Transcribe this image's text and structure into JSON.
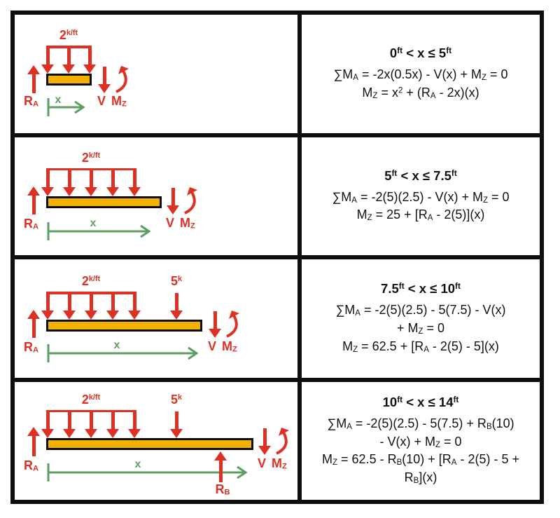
{
  "palette": {
    "red": "#de3123",
    "orange": "#f3b200",
    "green": "#5f9e63",
    "border_black": "#0e0e0e"
  },
  "labels": {
    "dist_load": [
      {
        "t": "2"
      },
      {
        "sup": "k/ft"
      }
    ],
    "point_load": [
      {
        "t": "5"
      },
      {
        "sup": "k"
      }
    ],
    "reaction_a": [
      {
        "t": "R"
      },
      {
        "sub": "A"
      }
    ],
    "reaction_b": [
      {
        "t": "R"
      },
      {
        "sub": "B"
      }
    ],
    "shear": [
      {
        "t": "V"
      }
    ],
    "moment": [
      {
        "t": "M"
      },
      {
        "sub": "Z"
      }
    ],
    "axis": [
      {
        "t": "x"
      }
    ]
  },
  "rows": [
    {
      "title": [
        {
          "t": "0"
        },
        {
          "sup": "ft"
        },
        {
          "t": " < x ≤ 5"
        },
        {
          "sup": "ft"
        }
      ],
      "lines": [
        [
          {
            "t": "∑M"
          },
          {
            "sub": "A"
          },
          {
            "t": " = -2x(0.5x) - V(x) + M"
          },
          {
            "sub": "Z"
          },
          {
            "t": " = 0"
          }
        ],
        [
          {
            "t": "M"
          },
          {
            "sub": "Z"
          },
          {
            "t": " = x"
          },
          {
            "sup": "2"
          },
          {
            "t": " + (R"
          },
          {
            "sub": "A"
          },
          {
            "t": " - 2x)(x)"
          }
        ]
      ]
    },
    {
      "title": [
        {
          "t": "5"
        },
        {
          "sup": "ft"
        },
        {
          "t": " < x ≤ 7.5"
        },
        {
          "sup": "ft"
        }
      ],
      "lines": [
        [
          {
            "t": "∑M"
          },
          {
            "sub": "A"
          },
          {
            "t": " = -2(5)(2.5) - V(x) + M"
          },
          {
            "sub": "Z"
          },
          {
            "t": " = 0"
          }
        ],
        [
          {
            "t": "M"
          },
          {
            "sub": "Z"
          },
          {
            "t": " = 25 + [R"
          },
          {
            "sub": "A"
          },
          {
            "t": " - 2(5)](x)"
          }
        ]
      ]
    },
    {
      "title": [
        {
          "t": "7.5"
        },
        {
          "sup": "ft"
        },
        {
          "t": " < x ≤ 10"
        },
        {
          "sup": "ft"
        }
      ],
      "lines": [
        [
          {
            "t": "∑M"
          },
          {
            "sub": "A"
          },
          {
            "t": " = -2(5)(2.5) - 5(7.5) - V(x)"
          }
        ],
        [
          {
            "t": "+ M"
          },
          {
            "sub": "Z"
          },
          {
            "t": " = 0"
          }
        ],
        [
          {
            "t": "M"
          },
          {
            "sub": "Z"
          },
          {
            "t": " = 62.5 + [R"
          },
          {
            "sub": "A"
          },
          {
            "t": " - 2(5) - 5](x)"
          }
        ]
      ]
    },
    {
      "title": [
        {
          "t": "10"
        },
        {
          "sup": "ft"
        },
        {
          "t": " < x ≤ 14"
        },
        {
          "sup": "ft"
        }
      ],
      "lines": [
        [
          {
            "t": "∑M"
          },
          {
            "sub": "A"
          },
          {
            "t": " = -2(5)(2.5) - 5(7.5) + R"
          },
          {
            "sub": "B"
          },
          {
            "t": "(10)"
          }
        ],
        [
          {
            "t": "- V(x) + M"
          },
          {
            "sub": "Z"
          },
          {
            "t": " = 0"
          }
        ],
        [
          {
            "t": "M"
          },
          {
            "sub": "Z"
          },
          {
            "t": " = 62.5 - R"
          },
          {
            "sub": "B"
          },
          {
            "t": "(10) + [R"
          },
          {
            "sub": "A"
          },
          {
            "t": " - 2(5) - 5 +"
          }
        ],
        [
          {
            "t": "R"
          },
          {
            "sub": "B"
          },
          {
            "t": "](x)"
          }
        ]
      ]
    }
  ]
}
